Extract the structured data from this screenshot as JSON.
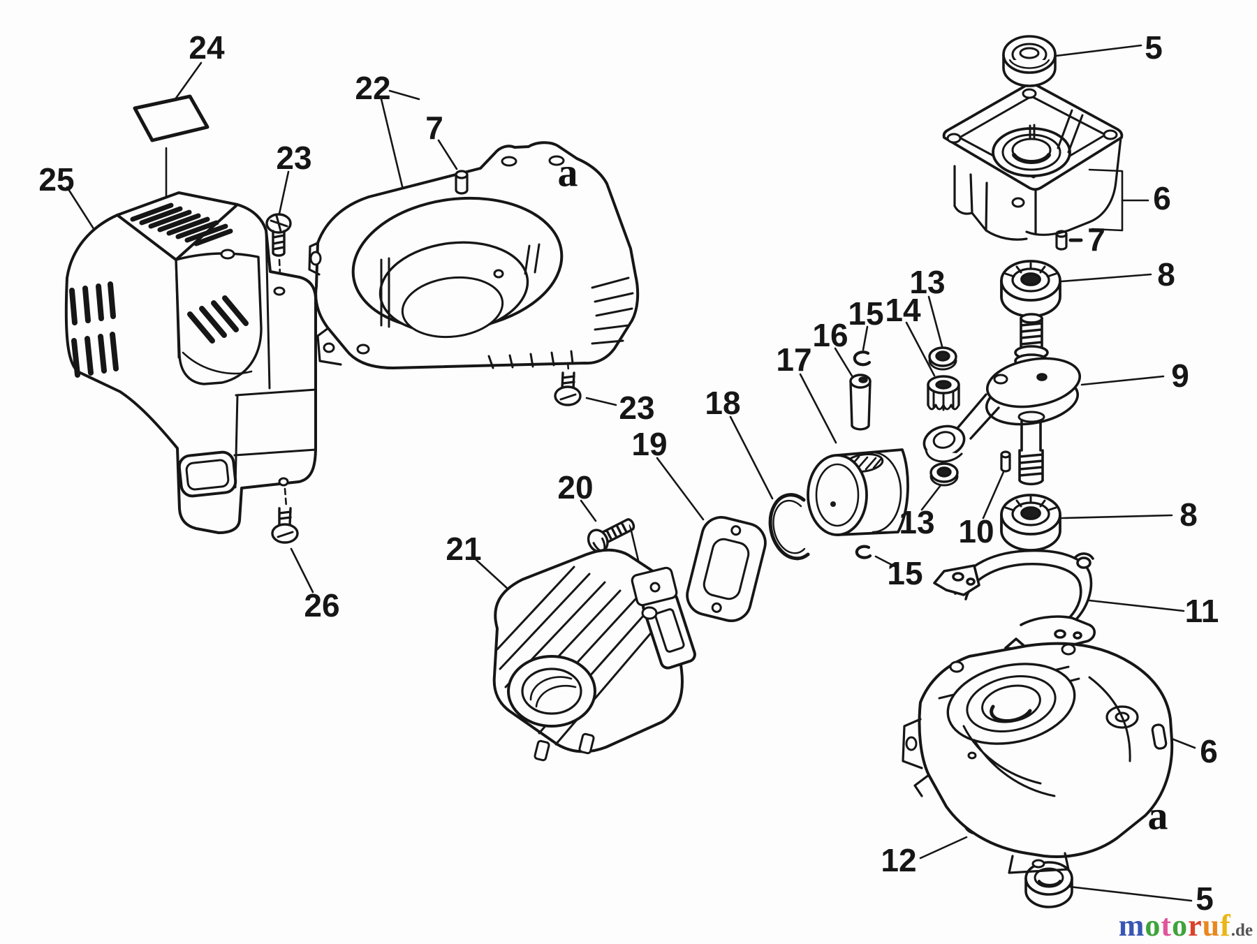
{
  "diagram": {
    "callouts": {
      "n5a": "5",
      "n5b": "5",
      "n6a": "6",
      "n6b": "6",
      "n7a": "7",
      "n7b": "7",
      "n8a": "8",
      "n8b": "8",
      "n9": "9",
      "n10": "10",
      "n11": "11",
      "n12": "12",
      "n13a": "13",
      "n13b": "13",
      "n14": "14",
      "n15a": "15",
      "n15b": "15",
      "n16": "16",
      "n17": "17",
      "n18": "18",
      "n19": "19",
      "n20": "20",
      "n21": "21",
      "n22": "22",
      "n23a": "23",
      "n23b": "23",
      "n24": "24",
      "n25": "25",
      "n26": "26",
      "ref_a_top": "a",
      "ref_a_bottom": "a"
    },
    "ink_color": "#161616",
    "background_color": "#fdfdfd"
  },
  "watermark": {
    "word": "motoruf",
    "letters": [
      {
        "ch": "m",
        "color": "#3a56b4"
      },
      {
        "ch": "o",
        "color": "#3fa33c"
      },
      {
        "ch": "t",
        "color": "#e0569a"
      },
      {
        "ch": "o",
        "color": "#3fa33c"
      },
      {
        "ch": "r",
        "color": "#d9432b"
      },
      {
        "ch": "u",
        "color": "#e8881f"
      },
      {
        "ch": "f",
        "color": "#eab616"
      }
    ],
    "suffix": ".de",
    "suffix_color": "#555555"
  }
}
